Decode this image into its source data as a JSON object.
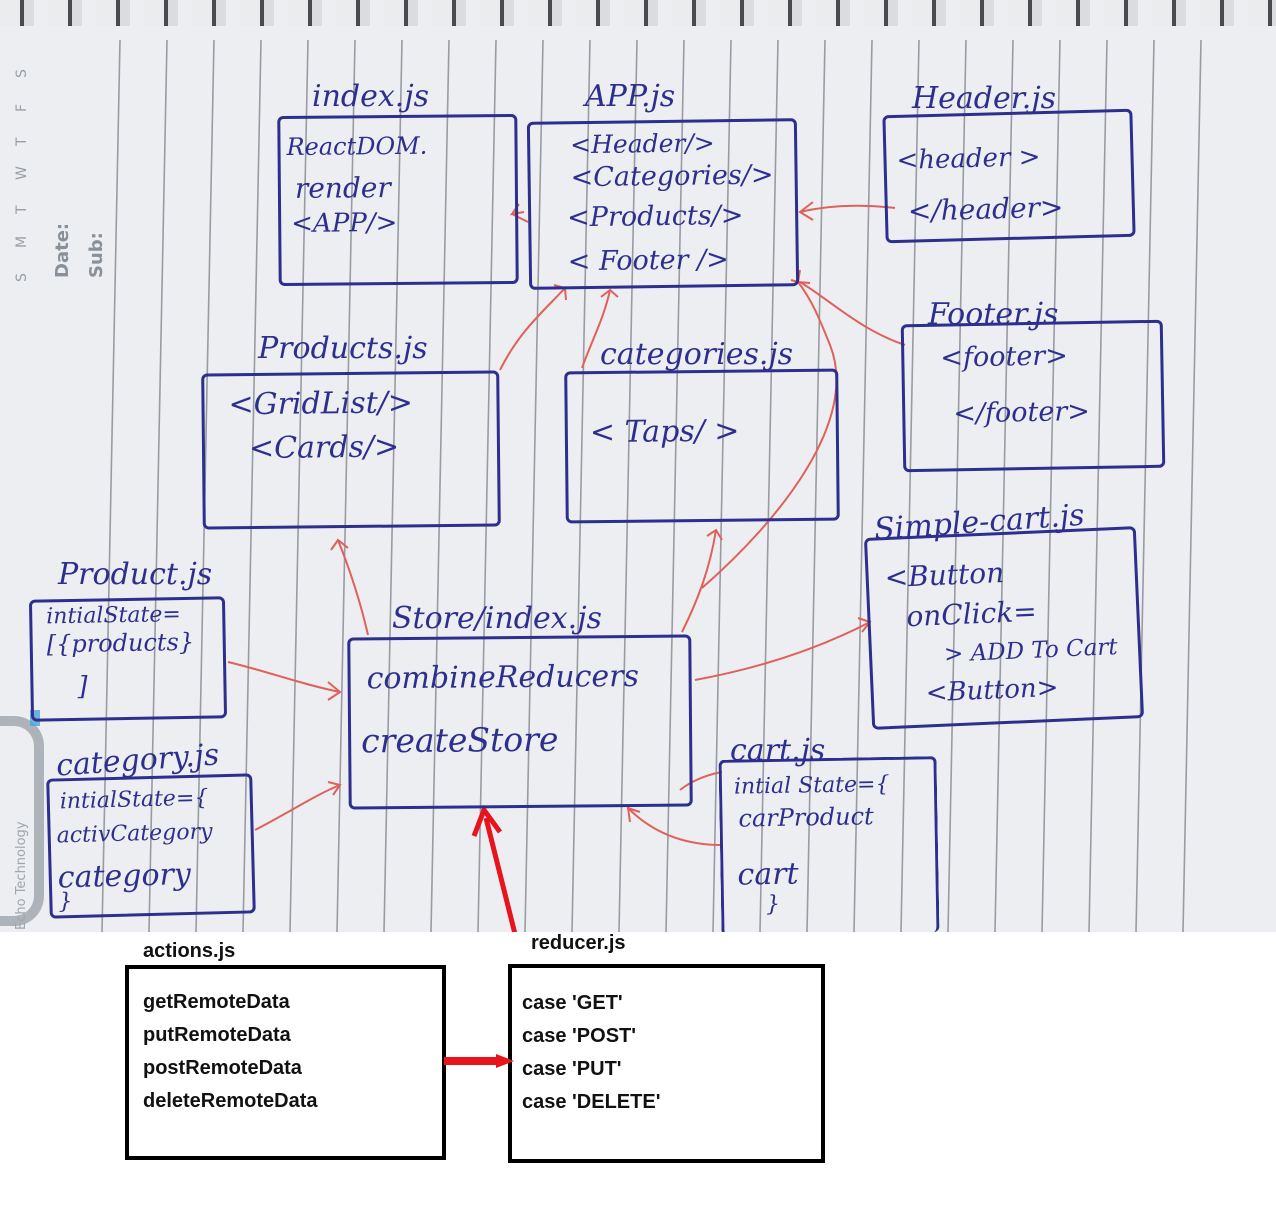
{
  "notebook": {
    "weekdays": [
      "S",
      "M",
      "T",
      "W",
      "T",
      "F",
      "S"
    ],
    "date_label": "Date:",
    "sub_label": "Sub:",
    "brand_text": "Echo Technology"
  },
  "files": {
    "index": {
      "title": "index.js",
      "lines": [
        "ReactDOM.",
        "render",
        "<APP/>"
      ]
    },
    "app": {
      "title": "APP.js",
      "lines": [
        "<Header/>",
        "<Categories/>",
        "<Products/>",
        "< Footer />"
      ]
    },
    "header": {
      "title": "Header.js",
      "lines": [
        "<header >",
        "</header>"
      ]
    },
    "footer": {
      "title": "Footer.js",
      "lines": [
        "<footer>",
        "</footer>"
      ]
    },
    "products": {
      "title": "Products.js",
      "lines": [
        "<GridList/>",
        "<Cards/>"
      ]
    },
    "categories": {
      "title": "categories.js",
      "lines": [
        "< Taps/ >"
      ]
    },
    "simple_cart": {
      "title": "Simple-cart.js",
      "lines": [
        "<Button",
        "onClick=",
        "> ADD To Cart",
        "<Button>"
      ]
    },
    "product": {
      "title": "Product.js",
      "lines": [
        "intialState=",
        "[{products}",
        "]"
      ]
    },
    "store": {
      "title": "Store/index.js",
      "lines": [
        "combineReducers",
        "createStore"
      ]
    },
    "category": {
      "title": "category.js",
      "lines": [
        "intialState={",
        "activCategory",
        "category",
        "}"
      ]
    },
    "cart": {
      "title": "cart.js",
      "lines": [
        "intial State={",
        "carProduct",
        "cart",
        "}"
      ]
    }
  },
  "actions": {
    "title": "actions.js",
    "lines": [
      "getRemoteData",
      "putRemoteData",
      "postRemoteData",
      "deleteRemoteData"
    ]
  },
  "reducer": {
    "title": "reducer.js",
    "lines": [
      "case 'GET'",
      "case 'POST'",
      "case 'PUT'",
      "case 'DELETE'"
    ]
  },
  "colors": {
    "paper": "#eceef1",
    "ruling": "#7c8088",
    "ink": "#2d2f8f",
    "arrow": "#e0605a",
    "red_arrow": "#e8141c"
  }
}
